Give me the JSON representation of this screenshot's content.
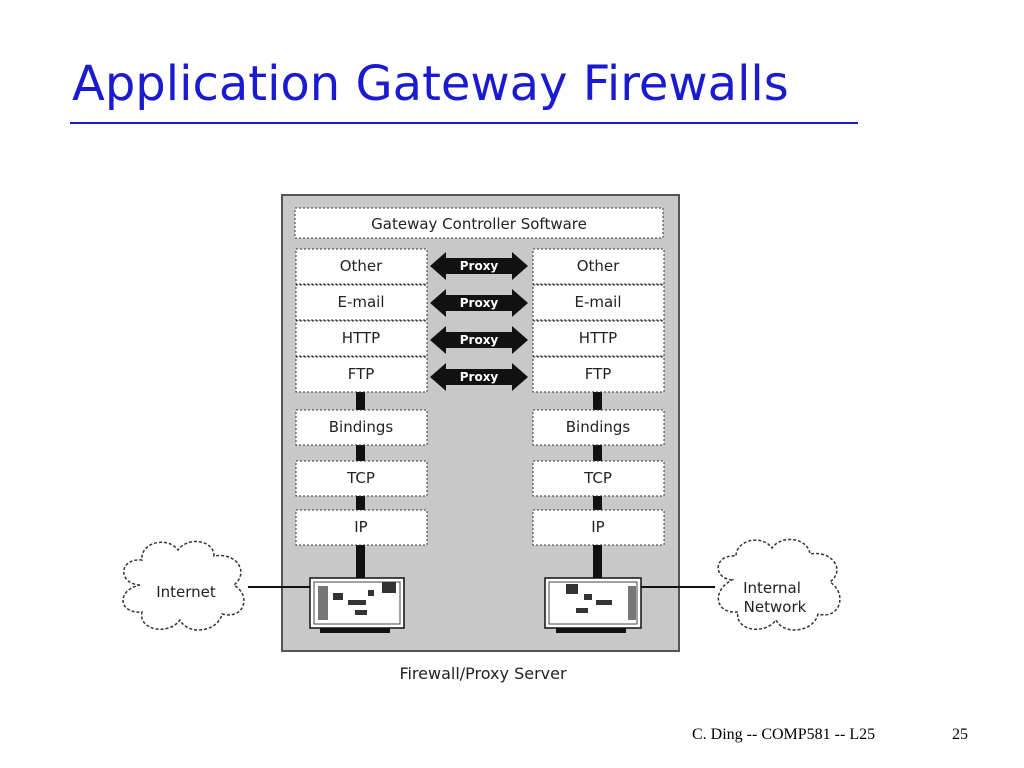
{
  "slide": {
    "title": "Application Gateway Firewalls",
    "footer_text": "C. Ding -- COMP581 -- L25",
    "page_number": "25"
  },
  "diagram": {
    "controller": "Gateway Controller Software",
    "left_stack": [
      "Other",
      "E-mail",
      "HTTP",
      "FTP"
    ],
    "right_stack": [
      "Other",
      "E-mail",
      "HTTP",
      "FTP"
    ],
    "proxy_label": "Proxy",
    "lower_layers": [
      "Bindings",
      "TCP",
      "IP"
    ],
    "left_cloud": "Internet",
    "right_cloud_line1": "Internal",
    "right_cloud_line2": "Network",
    "server_caption": "Firewall/Proxy Server"
  },
  "colors": {
    "title": "#1a1ad0",
    "server_bg": "#c8c8c8"
  }
}
